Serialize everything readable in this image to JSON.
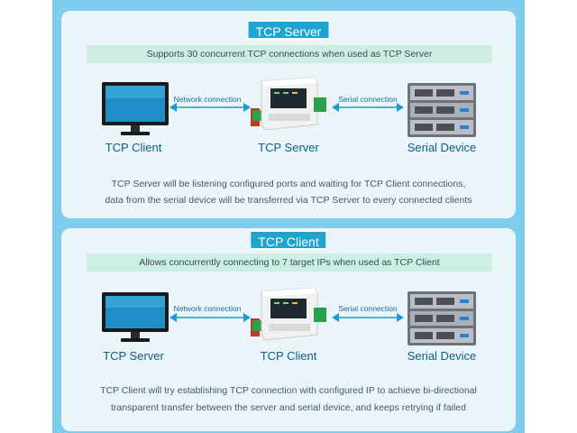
{
  "sections": [
    {
      "title": "TCP Server",
      "subtitle": "Supports 30 concurrent TCP connections when used as TCP Server",
      "left_label": "TCP Client",
      "center_label": "TCP Server",
      "right_label": "Serial Device",
      "left_connection": "Network connection",
      "right_connection": "Serial connection",
      "description_line1": "TCP Server will be listening configured ports and waiting for TCP Client connections,",
      "description_line2": "data from the serial device will be transferred via TCP Server to every connected clients"
    },
    {
      "title": "TCP Client",
      "subtitle": "Allows concurrently connecting to 7 target IPs when used as TCP Client",
      "left_label": "TCP Server",
      "center_label": "TCP Client",
      "right_label": "Serial Device",
      "left_connection": "Network connection",
      "right_connection": "Serial connection",
      "description_line1": "TCP Client will try establishing TCP connection with configured IP to achieve bi-directional",
      "description_line2": "transparent transfer between the server and serial device, and keeps retrying if failed"
    }
  ],
  "colors": {
    "background": "#7fcdec",
    "panel": "#e9f5f9",
    "title_tab": "#1fa3cf",
    "subtitle_bar": "#cdeee3",
    "label_text": "#0e5d86",
    "arrow": "#1f9bd0"
  }
}
